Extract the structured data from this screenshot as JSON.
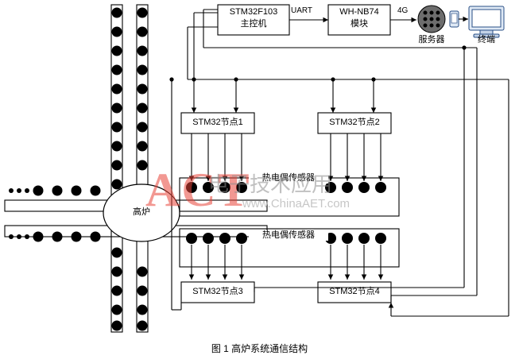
{
  "figure": {
    "caption": "图 1   高炉系统通信结构"
  },
  "blocks": {
    "mcu": "STM32F103\n主控机",
    "mcu_line1": "STM32F103",
    "mcu_line2": "主控机",
    "module_line1": "WH-NB74",
    "module_line2": "模块",
    "node1": "STM32节点1",
    "node2": "STM32节点2",
    "node3": "STM32节点3",
    "node4": "STM32节点4",
    "furnace": "高炉",
    "sensor_top": "热电偶传感器",
    "sensor_bottom": "热电偶传感器"
  },
  "labels": {
    "uart": "UART",
    "fourg": "4G",
    "server": "服务器",
    "terminal": "终端"
  },
  "watermark": {
    "act": "ACT",
    "cn": "电子技术应用",
    "url": "www.ChinaAET.com"
  },
  "colors": {
    "line": "#000000",
    "fill": "#ffffff",
    "watermark_red": "#e8443a",
    "watermark_blue": "#2f6fd0",
    "watermark_gray": "#b9b9b9"
  }
}
